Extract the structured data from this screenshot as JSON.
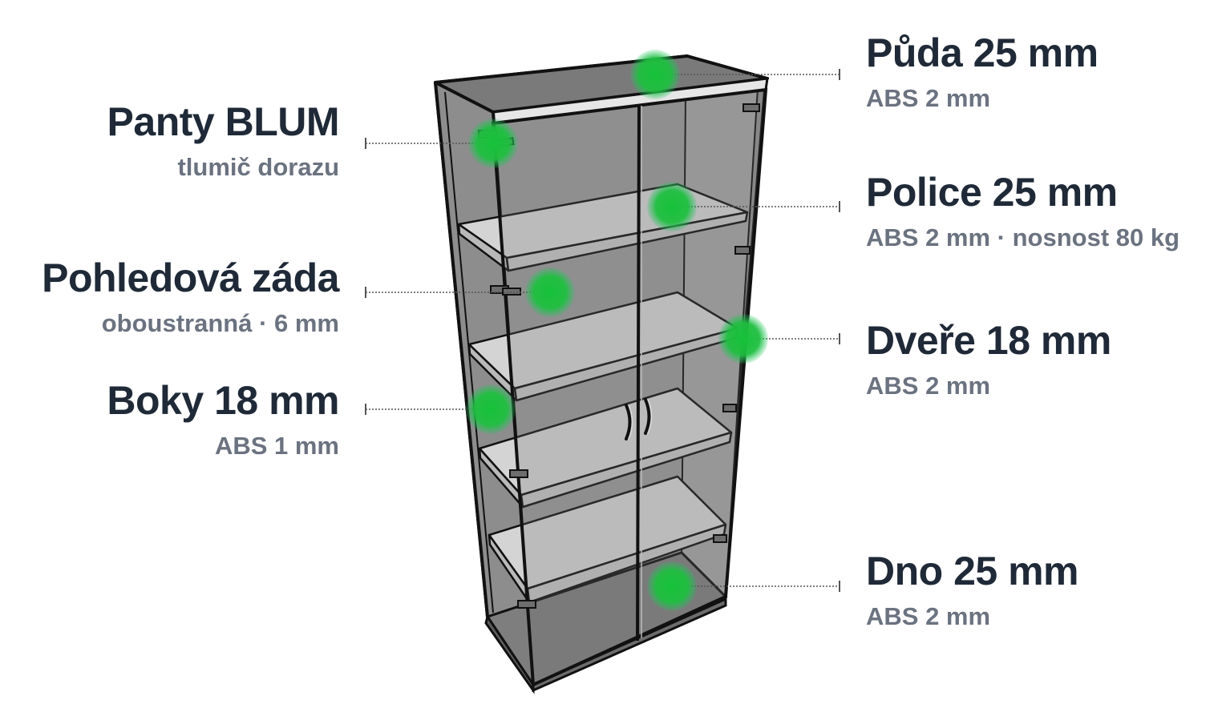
{
  "labels_left": [
    {
      "title": "Panty BLUM",
      "sub": "tlumič dorazu"
    },
    {
      "title": "Pohledová záda",
      "sub": "oboustranná · 6 mm"
    },
    {
      "title": "Boky 18 mm",
      "sub": "ABS 1 mm"
    }
  ],
  "labels_right": [
    {
      "title": "Půda 25 mm",
      "sub": "ABS 2 mm"
    },
    {
      "title": "Police 25 mm",
      "sub": "ABS 2 mm · nosnost 80 kg"
    },
    {
      "title": "Dveře 18 mm",
      "sub": "ABS 2 mm"
    },
    {
      "title": "Dno 25 mm",
      "sub": "ABS 2 mm"
    }
  ],
  "colors": {
    "marker": "#22c55e",
    "title": "#1f2937",
    "subtitle": "#6b7280",
    "cabinet_fill": "#8a8a8a",
    "shelf_fill": "#d4d4d4",
    "outline": "#111111"
  }
}
